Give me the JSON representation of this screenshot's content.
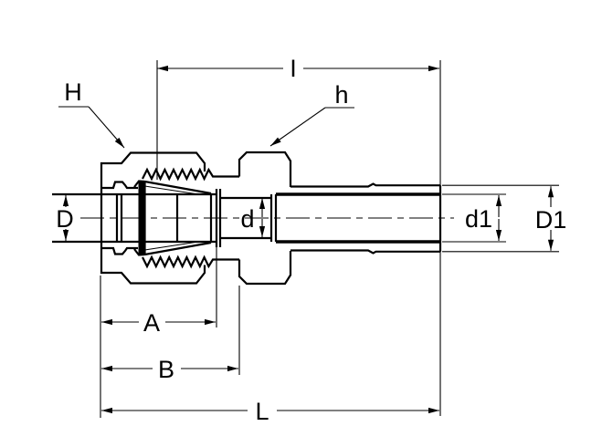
{
  "drawing": {
    "kind": "technical-drawing",
    "description": "Cross-section catalog drawing of a compression tube fitting male weld connector: nut with ferrules on the left, hex body in the middle, long weld stub with break lines on the right, annotated with dimension labels.",
    "colors": {
      "line": "#000000",
      "background": "#ffffff",
      "ferrule_fill": "#000000"
    },
    "labels": {
      "nut_hex": "H",
      "body_hex": "h",
      "length_i": "I",
      "tube_od": "D",
      "bore_d": "d",
      "stub_bore_d1": "d1",
      "stub_od_D1": "D1",
      "length_a": "A",
      "length_b": "B",
      "length_l": "L"
    }
  }
}
